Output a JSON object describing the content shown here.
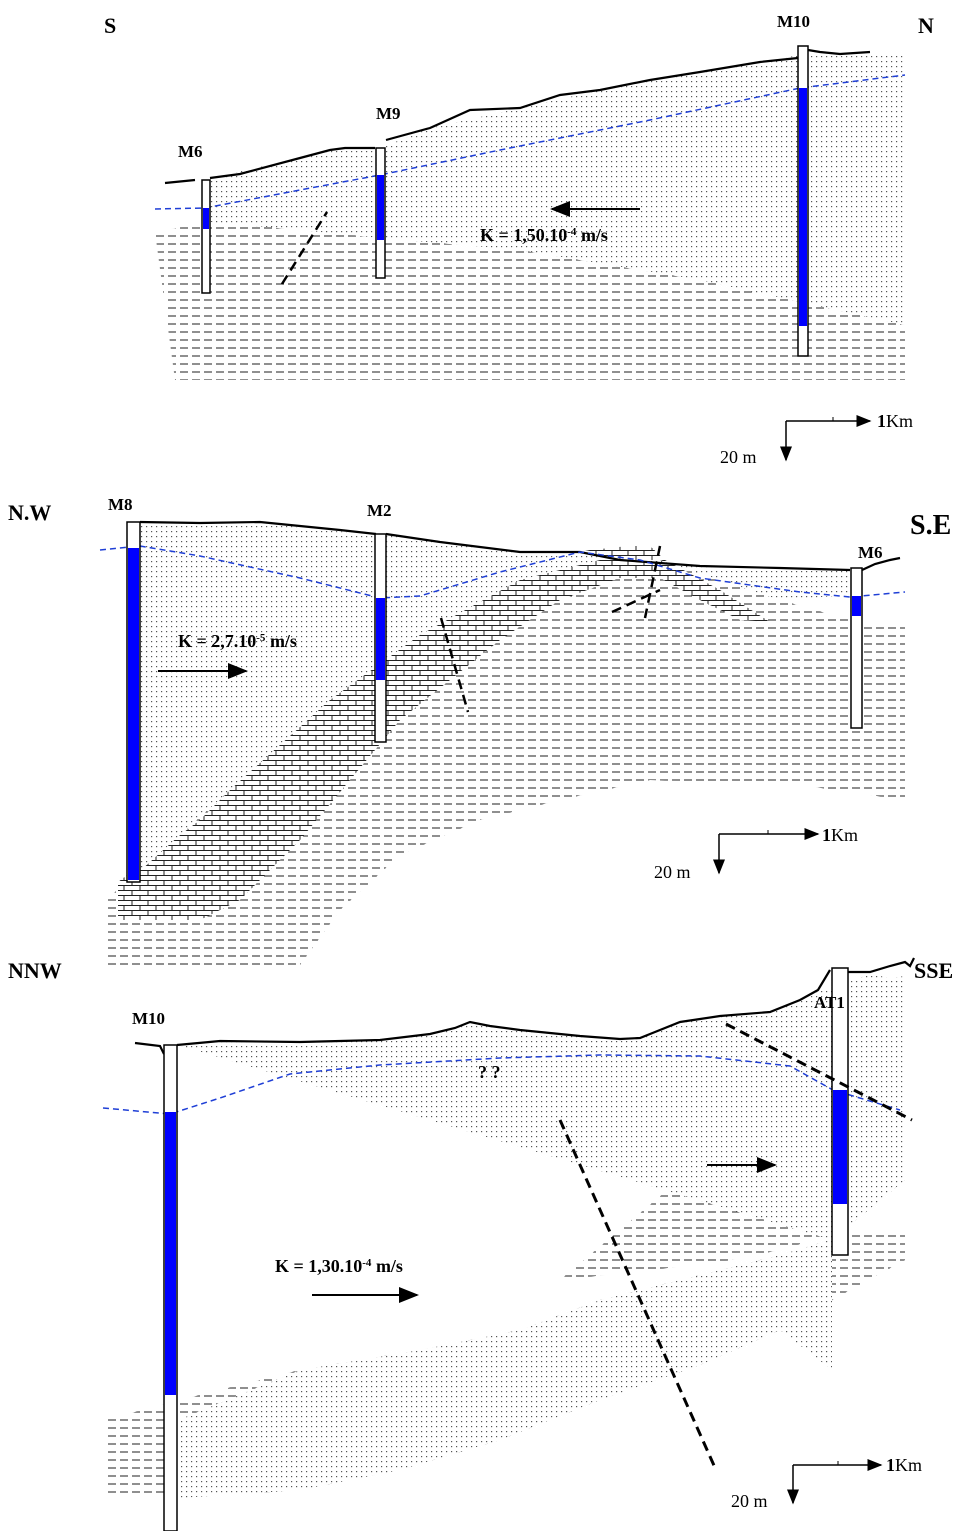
{
  "sections": [
    {
      "direction_left": "S",
      "direction_right": "N",
      "wells": [
        "M6",
        "M9",
        "M10"
      ],
      "conductivity": {
        "prefix": "K = 1,50.10",
        "exponent": "-4",
        "unit": " m/s"
      },
      "scale": {
        "horizontal": "1Km",
        "horizontal_bold": "1",
        "horizontal_unit": "Km",
        "vertical": "20 m"
      }
    },
    {
      "direction_left": "N.W",
      "direction_right": "S.E",
      "wells": [
        "M8",
        "M2",
        "M6"
      ],
      "conductivity": {
        "prefix": "K = 2,7.10",
        "exponent": "-5",
        "unit": " m/s"
      },
      "scale": {
        "horizontal_bold": "1",
        "horizontal_unit": "Km",
        "vertical": "20 m"
      }
    },
    {
      "direction_left": "NNW",
      "direction_right": "SSE",
      "wells": [
        "M10",
        "AT1"
      ],
      "conductivity": {
        "prefix": "K = 1,30.10",
        "exponent": "-4",
        "unit": " m/s"
      },
      "unknown_mark": "? ?",
      "scale": {
        "horizontal_bold": "1",
        "horizontal_unit": "Km",
        "vertical": "20 m"
      }
    }
  ],
  "colors": {
    "water_column": "#0000ff",
    "water_table": "#1f3fd6",
    "outline": "#000000"
  }
}
